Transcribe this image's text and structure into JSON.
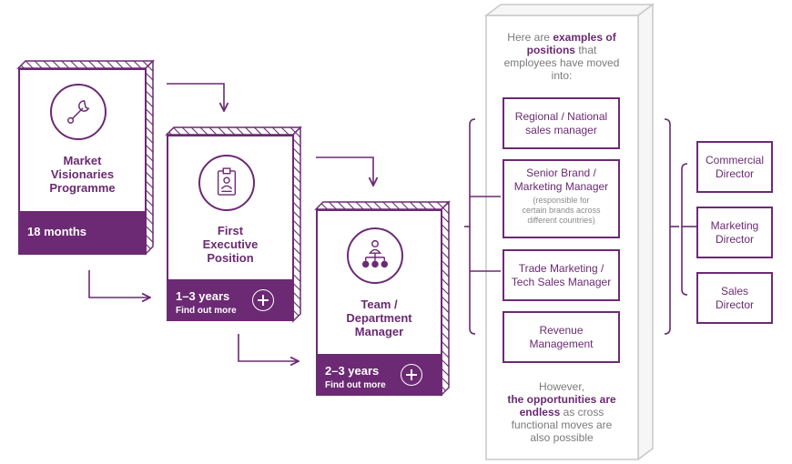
{
  "steps": [
    {
      "title": "Market Visionaries Programme",
      "title_lines": [
        "Market",
        "Visionaries",
        "Programme"
      ],
      "duration": "18 months",
      "link": "",
      "icon": "wrench-icon"
    },
    {
      "title": "First Executive Position",
      "title_lines": [
        "First",
        "Executive",
        "Position"
      ],
      "duration": "1–3 years",
      "link": "Find out more",
      "icon": "id-badge-icon"
    },
    {
      "title": "Team / Department Manager",
      "title_lines": [
        "Team /",
        "Department",
        "Manager"
      ],
      "duration": "2–3 years",
      "link": "Find out more",
      "icon": "org-chart-icon"
    }
  ],
  "pillar": {
    "intro_before": "Here are ",
    "intro_bold": "examples of positions",
    "intro_after": " that employees have moved into:",
    "positions": [
      {
        "title": "Regional / National sales manager",
        "lines": [
          "Regional / National",
          "sales manager"
        ],
        "note": ""
      },
      {
        "title": "Senior Brand / Marketing Manager",
        "lines": [
          "Senior Brand /",
          "Marketing Manager"
        ],
        "note": "(responsible for certain brands across different countries)",
        "note_lines": [
          "(responsible for",
          "certain brands across",
          "different countries)"
        ]
      },
      {
        "title": "Trade Marketing / Tech Sales Manager",
        "lines": [
          "Trade Marketing /",
          "Tech Sales Manager"
        ],
        "note": ""
      },
      {
        "title": "Revenue Management",
        "lines": [
          "Revenue",
          "Management"
        ],
        "note": ""
      }
    ],
    "outro_before": "However,",
    "outro_bold": "the opportunities are endless",
    "outro_after": "as cross functional moves are also possible"
  },
  "roles": [
    {
      "lines": [
        "Commercial",
        "Director"
      ]
    },
    {
      "lines": [
        "Marketing",
        "Director"
      ]
    },
    {
      "lines": [
        "Sales",
        "Director"
      ]
    }
  ],
  "colors": {
    "brand": "#6b2a73",
    "muted_text": "#7a7a7a",
    "pillar_border": "#c8c8c8"
  }
}
